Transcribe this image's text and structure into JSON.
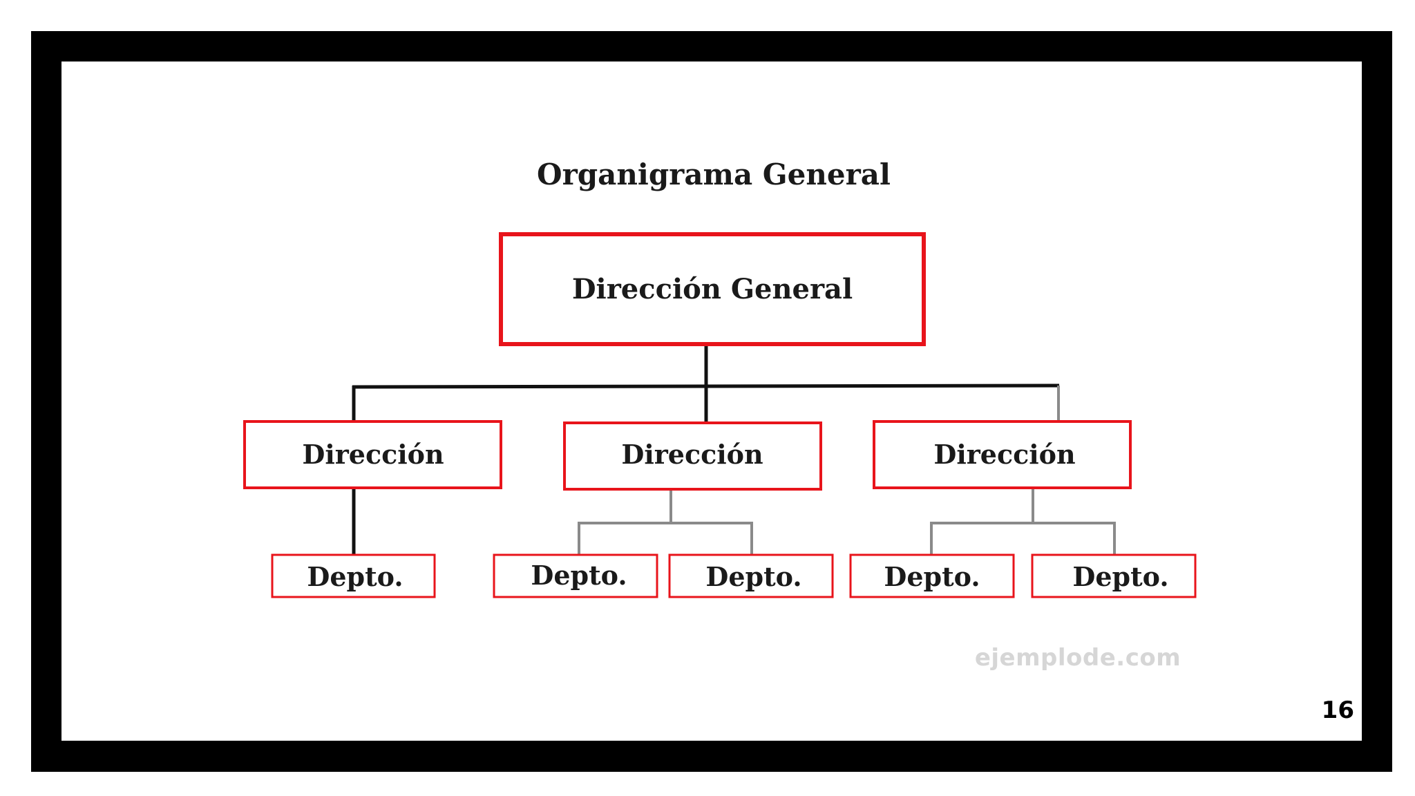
{
  "diagram": {
    "title": "Organigrama General",
    "root": {
      "label": "Dirección General"
    },
    "directions": [
      {
        "label": "Dirección",
        "departments": [
          "Depto."
        ]
      },
      {
        "label": "Dirección",
        "departments": [
          "Depto.",
          "Depto."
        ]
      },
      {
        "label": "Dirección",
        "departments": [
          "Depto.",
          "Depto."
        ]
      }
    ],
    "colors": {
      "box_border": "#e8141b",
      "primary_connector": "#111111",
      "secondary_connector": "#8a8a8a",
      "frame": "#000000"
    }
  },
  "watermark": "ejemplode.com",
  "page_number": "16"
}
